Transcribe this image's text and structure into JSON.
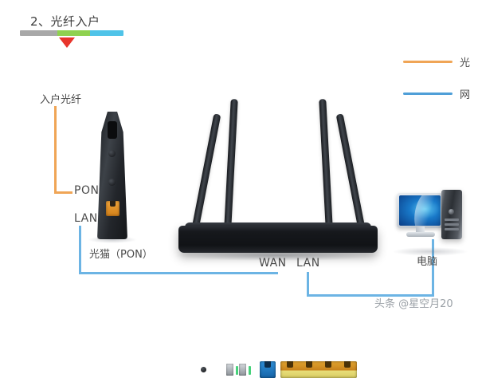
{
  "step": {
    "title": "2、光纤入户",
    "progress": {
      "segments": [
        {
          "name": "completed",
          "color": "#a8a8a8",
          "width_pct": 36
        },
        {
          "name": "current",
          "color": "#8fd14f",
          "width_pct": 32
        },
        {
          "name": "upcoming",
          "color": "#4fc3e8",
          "width_pct": 32
        }
      ],
      "marker_color": "#e8352b"
    }
  },
  "labels": {
    "incoming_fiber": "入户光纤",
    "ont_pon": "PON",
    "ont_lan": "LAN",
    "ont_name": "光猫（PON）",
    "router_wan": "WAN",
    "router_lan": "LAN",
    "computer": "电脑"
  },
  "legend": {
    "items": [
      {
        "label": "光",
        "color": "#f0a556"
      },
      {
        "label": "网",
        "color": "#4f9fd8"
      }
    ]
  },
  "colors": {
    "fiber_orange": "#f0a556",
    "ethernet_blue": "#6cb4e4",
    "text": "#4a4a4a"
  },
  "watermark": "头条 @星空月20"
}
